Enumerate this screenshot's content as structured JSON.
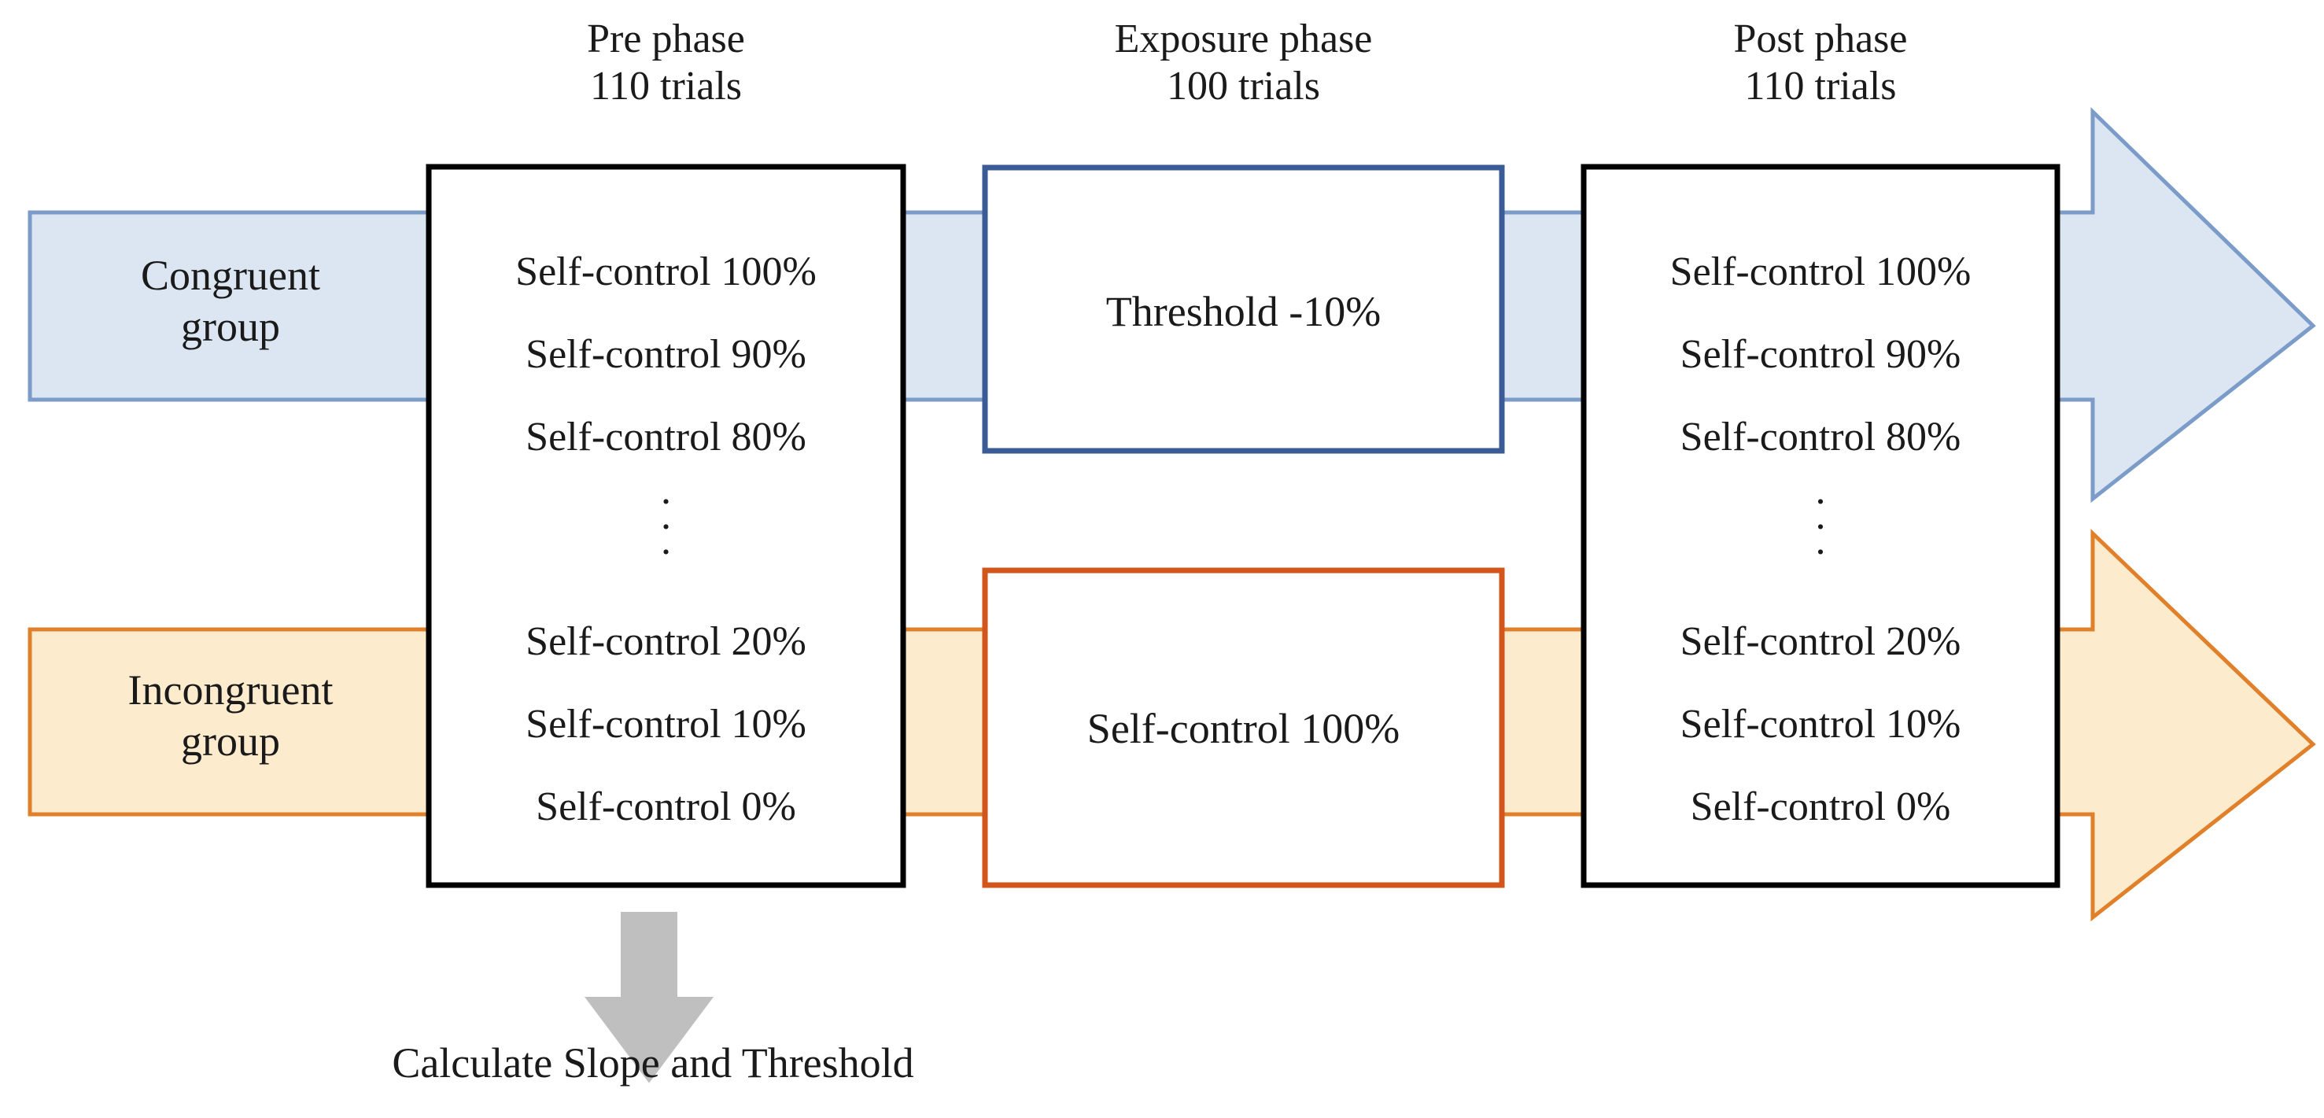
{
  "diagram": {
    "title": "Experimental design: pre, exposure and post phases for congruent and incongruent groups",
    "colors": {
      "blue_band_fill": "#DCE6F2",
      "blue_band_stroke": "#7B9BC9",
      "blue_box_stroke": "#3A5B96",
      "orange_band_fill": "#FDEBCD",
      "orange_band_stroke": "#E0802A",
      "orange_box_stroke": "#D2551C",
      "black_box_stroke": "#000000",
      "gray_arrow_fill": "#BFBFBF",
      "text_color": "#1A1A1A",
      "page_background": "#FFFFFF"
    }
  },
  "headers": [
    {
      "title": "Pre phase",
      "trials": "110 trials"
    },
    {
      "title": "Exposure phase",
      "trials": "100 trials"
    },
    {
      "title": "Post phase",
      "trials": "110 trials"
    }
  ],
  "groups": [
    {
      "name_line1": "Congruent",
      "name_line2": "group",
      "track": "blue"
    },
    {
      "name_line1": "Incongruent",
      "name_line2": "group",
      "track": "orange"
    }
  ],
  "pre_phase_box": {
    "items": [
      "Self-control 100%",
      "Self-control 90%",
      "Self-control 80%"
    ],
    "ellipsis": ".",
    "items_after": [
      "Self-control 20%",
      "Self-control 10%",
      "Self-control 0%"
    ]
  },
  "post_phase_box": {
    "items": [
      "Self-control 100%",
      "Self-control 90%",
      "Self-control 80%"
    ],
    "ellipsis": ".",
    "items_after": [
      "Self-control 20%",
      "Self-control 10%",
      "Self-control 0%"
    ]
  },
  "exposure_boxes": {
    "congruent": "Threshold  -10%",
    "incongruent": "Self-control 100%"
  },
  "outcome": {
    "arrow_icon": "down-arrow-icon",
    "caption": "Calculate Slope and Threshold"
  }
}
